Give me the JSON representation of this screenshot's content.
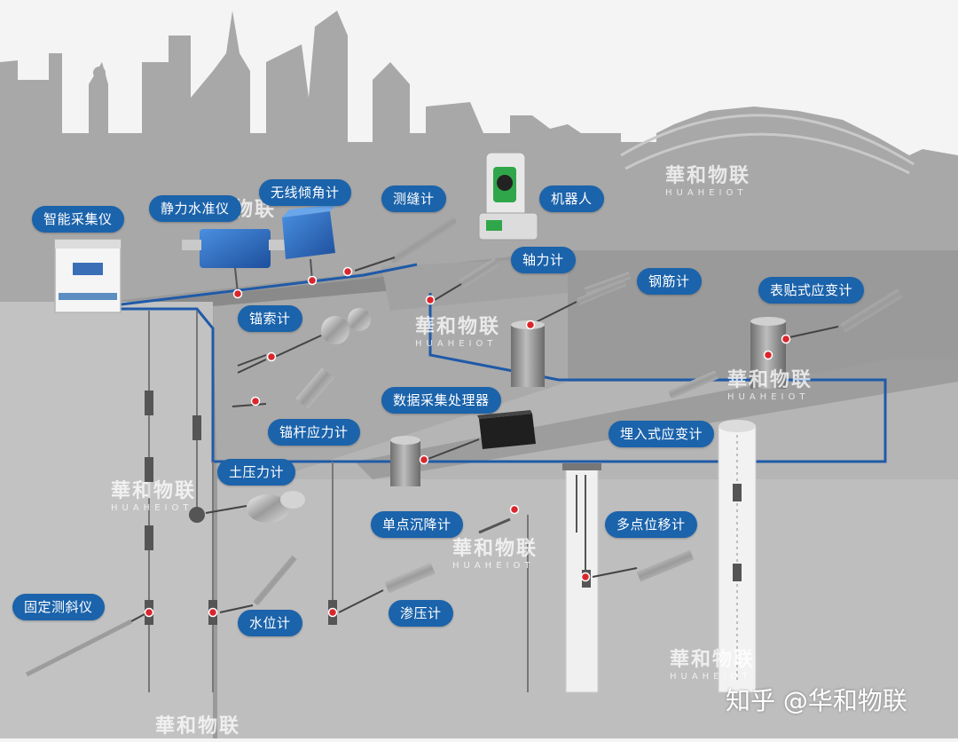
{
  "labels": {
    "smart_collector": "智能采集仪",
    "static_level": "静力水准仪",
    "wireless_tilt": "无线倾角计",
    "crack_meter": "测缝计",
    "robot": "机器人",
    "axial_force": "轴力计",
    "rebar_meter": "钢筋计",
    "surface_strain": "表贴式应变计",
    "anchor_cable": "锚索计",
    "data_processor": "数据采集处理器",
    "anchor_rod": "锚杆应力计",
    "embedded_strain": "埋入式应变计",
    "earth_pressure": "土压力计",
    "settlement": "单点沉降计",
    "multipoint": "多点位移计",
    "inclinometer": "固定测斜仪",
    "water_level": "水位计",
    "piezometer": "渗压计"
  },
  "watermark": {
    "zh": "華和物联",
    "en": "HUAHEIOT"
  },
  "credit": "知乎 @华和物联",
  "colors": {
    "label_bg": "#1b63ab",
    "cable": "#1f5aa8",
    "node": "#d9262c",
    "ground": "#8e8e8e",
    "sky_city": "#a9a9a9"
  },
  "icons": [
    "camera-icon",
    "total-station-icon",
    "sensor-icon"
  ]
}
